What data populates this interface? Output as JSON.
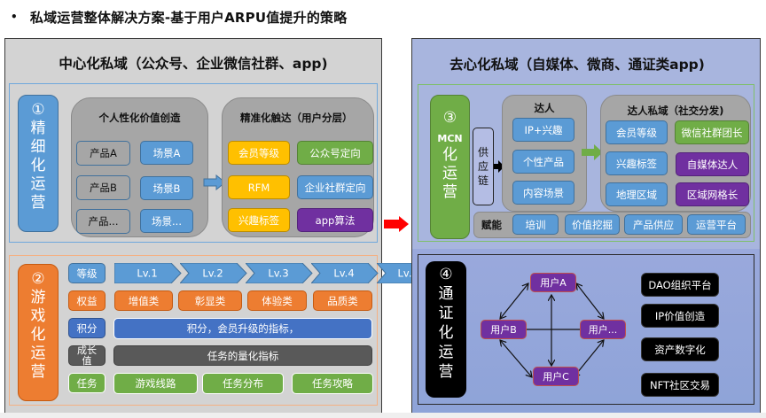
{
  "slide": {
    "bullet": "•",
    "title": "私域运营整体解决方案-基于用户ARPU值提升的策略"
  },
  "left": {
    "title": "中心化私域（公众号、企业微信社群、app)",
    "section1": {
      "number": "①",
      "label_chars": [
        "精",
        "细",
        "化",
        "运",
        "营"
      ],
      "personal_group": {
        "title": "个人性化价值创造",
        "products": [
          "产品A",
          "产品B",
          "产品..."
        ],
        "scenes": [
          "场景A",
          "场景B",
          "场景..."
        ]
      },
      "precise_group": {
        "title": "精准化触达（用户分层）",
        "left_items": [
          "会员等级",
          "RFM",
          "兴趣标签"
        ],
        "right_items": [
          "公众号定向",
          "企业社群定向",
          "app算法"
        ]
      }
    },
    "section2": {
      "number": "②",
      "label_chars": [
        "游",
        "戏",
        "化",
        "运",
        "营"
      ],
      "rows": {
        "level": {
          "label": "等级",
          "items": [
            "Lv.1",
            "Lv.2",
            "Lv.3",
            "Lv.4",
            "Lv...."
          ]
        },
        "rights": {
          "label": "权益",
          "items": [
            "增值类",
            "彰显类",
            "体验类",
            "品质类"
          ]
        },
        "points": {
          "label": "积分",
          "text": "积分，会员升级的指标，"
        },
        "growth": {
          "label_line1": "成长",
          "label_line2": "值",
          "text": "任务的量化指标"
        },
        "tasks": {
          "label": "任务",
          "items": [
            "游戏线路",
            "任务分布",
            "任务攻略"
          ]
        }
      }
    }
  },
  "right": {
    "title": "去心化私域（自媒体、微商、通证类app)",
    "section3": {
      "number": "③",
      "mcn": "MCN",
      "label_chars": [
        "化",
        "运",
        "营"
      ],
      "supply_chars": [
        "供",
        "应",
        "链"
      ],
      "daren_group": {
        "title": "达人",
        "items": [
          "IP+兴趣",
          "个性产品",
          "内容场景"
        ]
      },
      "daren_private_group": {
        "title": "达人私域（社交分发)",
        "left_items": [
          "会员等级",
          "兴趣标签",
          "地理区域"
        ],
        "right_items": [
          "微信社群团长",
          "自媒体达人",
          "区域网格长"
        ]
      },
      "enable": {
        "label": "赋能",
        "items": [
          "培训",
          "价值挖掘",
          "产品供应",
          "运营平台"
        ]
      }
    },
    "section4": {
      "number": "④",
      "label_chars": [
        "通",
        "证",
        "化",
        "运",
        "营"
      ],
      "users": {
        "a": "用户A",
        "b": "用户B",
        "c": "用户C",
        "more": "用户..."
      },
      "tokens": [
        "DAO组织平台",
        "IP价值创造",
        "资产数字化",
        "NFT社区交易"
      ]
    }
  }
}
